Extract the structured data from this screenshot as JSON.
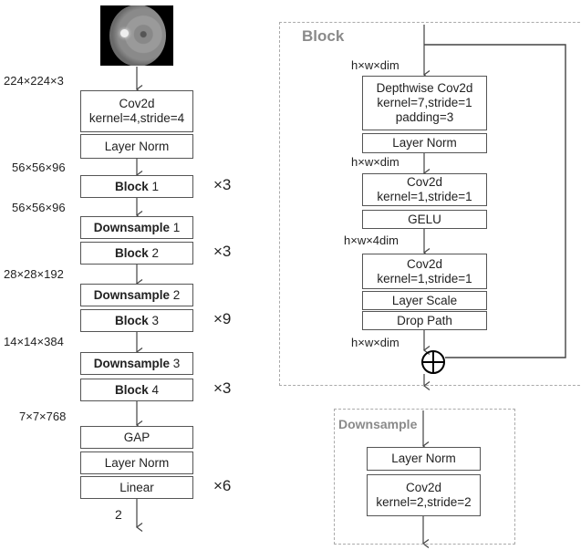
{
  "left_pipeline": {
    "input_image": "fundus-image",
    "shapes": {
      "input": "224×224×3",
      "after_stem": "56×56×96",
      "after_block1": "56×56×96",
      "after_block2": "28×28×192",
      "after_block3": "14×14×384",
      "after_block4": "7×7×768",
      "output": "2"
    },
    "boxes": {
      "stem_conv_l1": "Cov2d",
      "stem_conv_l2": "kernel=4,stride=4",
      "stem_norm": "Layer Norm",
      "block1_bold": "Block",
      "block1_num": " 1",
      "down1_bold": "Downsample",
      "down1_num": " 1",
      "block2_bold": "Block",
      "block2_num": " 2",
      "down2_bold": "Downsample",
      "down2_num": " 2",
      "block3_bold": "Block",
      "block3_num": " 3",
      "down3_bold": "Downsample",
      "down3_num": " 3",
      "block4_bold": "Block",
      "block4_num": " 4",
      "gap": "GAP",
      "head_norm": "Layer Norm",
      "linear": "Linear"
    },
    "multipliers": {
      "block1": "×3",
      "block2": "×3",
      "block3": "×9",
      "block4": "×3",
      "linear": "×6"
    }
  },
  "block_panel": {
    "title": "Block",
    "shape_in": "h×w×dim",
    "dw_l1": "Depthwise Cov2d",
    "dw_l2": "kernel=7,stride=1",
    "dw_l3": "padding=3",
    "norm": "Layer Norm",
    "shape_after_norm": "h×w×dim",
    "pw1_l1": "Cov2d",
    "pw1_l2": "kernel=1,stride=1",
    "gelu": "GELU",
    "shape_expanded": "h×w×4dim",
    "pw2_l1": "Cov2d",
    "pw2_l2": "kernel=1,stride=1",
    "layer_scale": "Layer Scale",
    "drop_path": "Drop Path",
    "shape_out": "h×w×dim",
    "add_symbol": "plus-circle"
  },
  "downsample_panel": {
    "title": "Downsample",
    "norm": "Layer Norm",
    "conv_l1": "Cov2d",
    "conv_l2": "kernel=2,stride=2"
  }
}
